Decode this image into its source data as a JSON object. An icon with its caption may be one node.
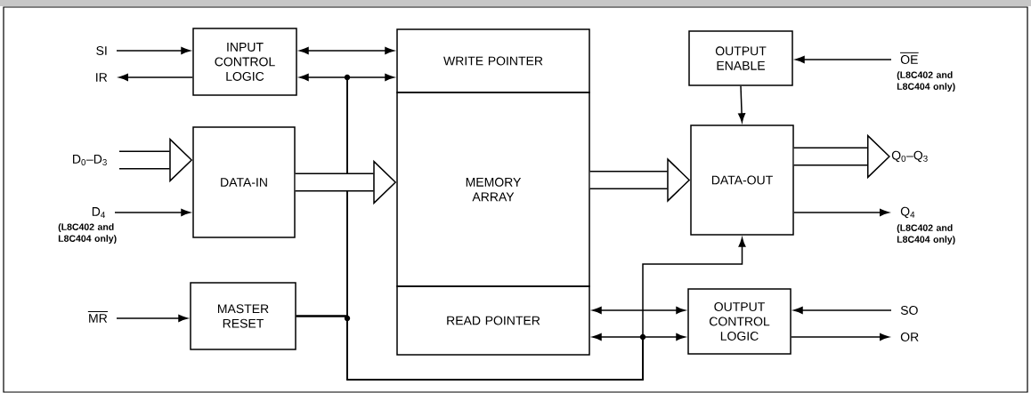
{
  "diagram": {
    "nodes": [
      {
        "text": [
          "SI"
        ]
      },
      {
        "text": [
          "IR"
        ]
      },
      {
        "text": [
          "INPUT CONTROL LOGIC"
        ]
      },
      {
        "text": [
          "D$_{0}$–D$_{3}$"
        ]
      },
      {
        "text": [
          "D$_{4}$"
        ],
        "beside": [
          "(L8C402 and L8C404 only)"
        ]
      },
      {
        "text": [
          "DATA-IN"
        ]
      },
      {
        "text": [
          "MR"
        ]
      },
      {
        "text": [
          "MASTER RESET"
        ]
      },
      {
        "text": [
          "WRITE POINTER"
        ]
      },
      {
        "text": [
          "MEMORY ARRAY"
        ]
      },
      {
        "text": [
          "READ POINTER"
        ]
      },
      {
        "text": [
          "OUTPUT ENABLE"
        ]
      },
      {
        "text": [
          "OE"
        ],
        "beside": [
          "(L8C402 and L8C404 only)"
        ]
      },
      {
        "text": [
          "DATA-OUT"
        ]
      },
      {
        "text": [
          "Q$_{0}$–Q$_{3}$"
        ]
      },
      {
        "text": [
          "Q$_{4}$"
        ],
        "beside": [
          "(L8C402 and L8C404 only)"
        ]
      },
      {
        "text": [
          "OUTPUT CONTROL LOGIC"
        ]
      },
      {
        "text": [
          "SO"
        ]
      },
      {
        "text": [
          "OR"
        ]
      }
    ],
    "edges": [
      {
        "from": 0,
        "to": 2,
        "arrow": "to"
      },
      {
        "from": 2,
        "to": 1,
        "arrow": "to"
      },
      {
        "from": 2,
        "to": 8,
        "arrow": "both"
      },
      {
        "from": 7,
        "to": 2,
        "arrow": "to"
      },
      {
        "from": 7,
        "to": 8,
        "arrow": "to"
      },
      {
        "from": 3,
        "to": 5,
        "arrow": "to",
        "style": "thick"
      },
      {
        "from": 4,
        "to": 5,
        "arrow": "to"
      },
      {
        "from": 5,
        "to": 9,
        "arrow": "to",
        "style": "thick"
      },
      {
        "from": 6,
        "to": 7,
        "arrow": "to"
      },
      {
        "from": 12,
        "to": 11,
        "arrow": "to"
      },
      {
        "from": 11,
        "to": 13,
        "arrow": "to"
      },
      {
        "from": 9,
        "to": 13,
        "arrow": "to",
        "style": "thick"
      },
      {
        "from": 13,
        "to": 14,
        "arrow": "to",
        "style": "thick"
      },
      {
        "from": 13,
        "to": 15,
        "arrow": "to"
      },
      {
        "from": 10,
        "to": 16,
        "arrow": "both"
      },
      {
        "from": 7,
        "to": 10,
        "arrow": "to"
      },
      {
        "from": 7,
        "to": 16,
        "arrow": "to"
      },
      {
        "from": 7,
        "to": 13,
        "arrow": "to"
      },
      {
        "from": 17,
        "to": 16,
        "arrow": "to"
      },
      {
        "from": 16,
        "to": 18,
        "arrow": "to"
      }
    ]
  }
}
